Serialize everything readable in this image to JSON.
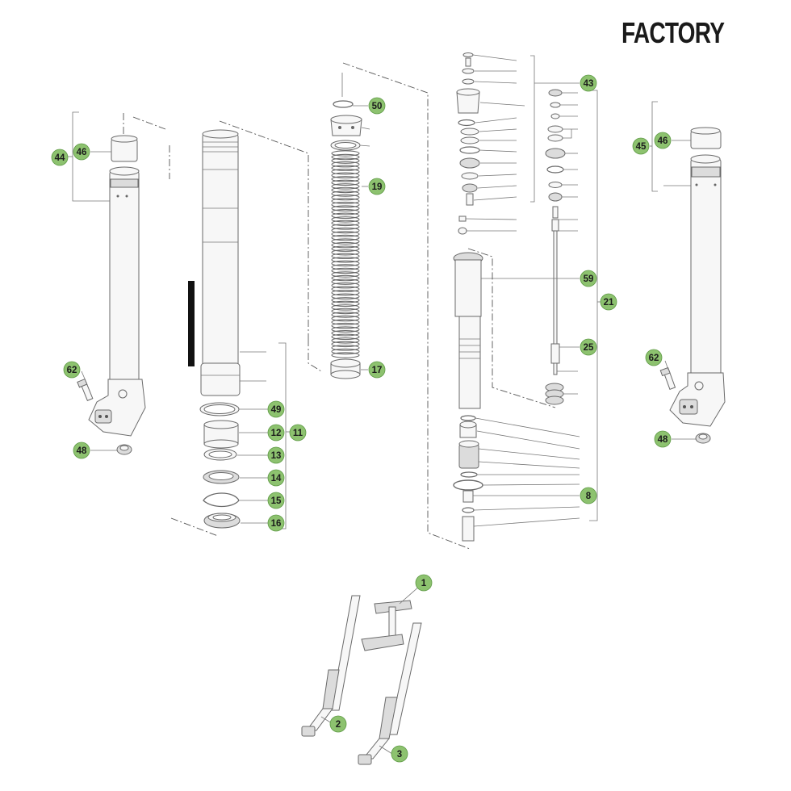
{
  "title": "FACTORY",
  "colors": {
    "callout_fill": "#8dc26f",
    "callout_stroke": "#5e9a45",
    "line": "#777777",
    "part_stroke": "#6a6a6a",
    "part_fill": "#f7f7f7"
  },
  "callouts": [
    {
      "id": "44",
      "label": "44"
    },
    {
      "id": "46-left",
      "label": "46"
    },
    {
      "id": "62-left",
      "label": "62"
    },
    {
      "id": "48-left",
      "label": "48"
    },
    {
      "id": "49",
      "label": "49"
    },
    {
      "id": "12",
      "label": "12"
    },
    {
      "id": "11",
      "label": "11"
    },
    {
      "id": "13",
      "label": "13"
    },
    {
      "id": "14",
      "label": "14"
    },
    {
      "id": "15",
      "label": "15"
    },
    {
      "id": "16",
      "label": "16"
    },
    {
      "id": "50",
      "label": "50"
    },
    {
      "id": "19",
      "label": "19"
    },
    {
      "id": "17",
      "label": "17"
    },
    {
      "id": "43",
      "label": "43"
    },
    {
      "id": "59",
      "label": "59"
    },
    {
      "id": "21",
      "label": "21"
    },
    {
      "id": "25",
      "label": "25"
    },
    {
      "id": "8",
      "label": "8"
    },
    {
      "id": "45",
      "label": "45"
    },
    {
      "id": "46-right",
      "label": "46"
    },
    {
      "id": "62-right",
      "label": "62"
    },
    {
      "id": "48-right",
      "label": "48"
    },
    {
      "id": "1",
      "label": "1"
    },
    {
      "id": "2",
      "label": "2"
    },
    {
      "id": "3",
      "label": "3"
    }
  ]
}
